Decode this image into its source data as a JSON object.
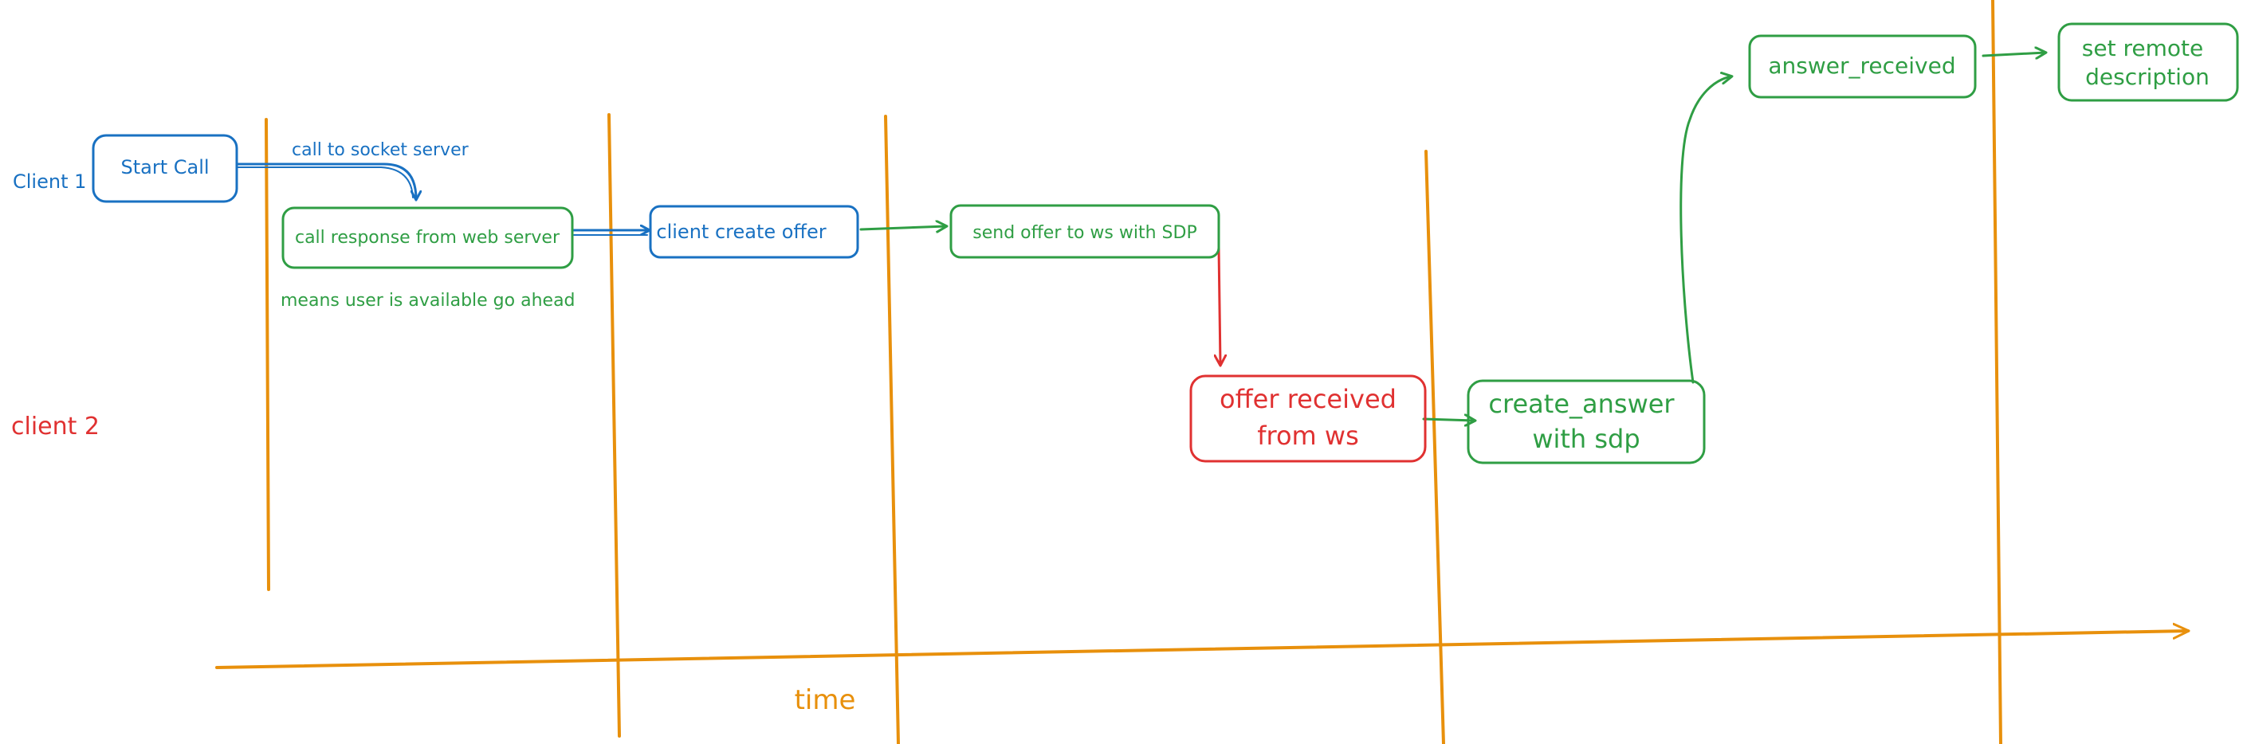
{
  "colors": {
    "blue": "#1971c2",
    "green": "#2f9e44",
    "red": "#e03131",
    "orange": "#e8900c"
  },
  "lanes": {
    "client1": "Client 1",
    "client2": "client 2"
  },
  "nodes": {
    "start_call": "Start Call",
    "call_response": "call response from web server",
    "client_create_offer": "client create offer",
    "send_offer": "send offer to ws with SDP",
    "offer_received_line1": "offer received",
    "offer_received_line2": "from ws",
    "create_answer_line1": "create_answer",
    "create_answer_line2": "with sdp",
    "answer_received": "answer_received",
    "set_remote_line1": "set remote",
    "set_remote_line2": "description"
  },
  "annotations": {
    "call_to_socket": "call to socket server",
    "user_available": "means user is available go ahead"
  },
  "axis": {
    "time_label": "time"
  }
}
